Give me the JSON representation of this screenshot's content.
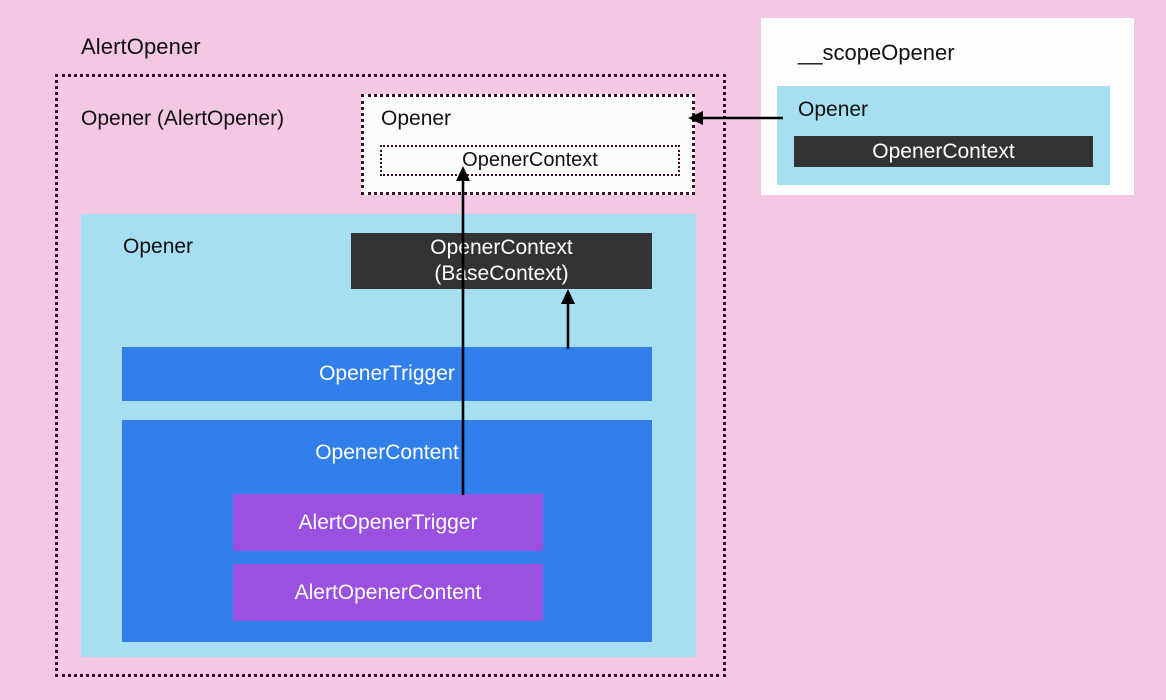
{
  "diagram": {
    "title": "AlertOpener",
    "background_color": "#f4c8e2",
    "palette": {
      "pink_background": "#f4c8e2",
      "light_blue": "#a6dff1",
      "blue": "#307fea",
      "purple": "#9b51e0",
      "dark": "#333333",
      "dotted_border": "#3d0d2b",
      "white_panel": "#fefeff",
      "arrow": "#000000"
    }
  },
  "outer_scope": {
    "label": "Opener (AlertOpener)",
    "border_style": "dotted"
  },
  "opener_card": {
    "label": "Opener",
    "context_label": "OpenerContext",
    "border_style": "dotted"
  },
  "opener_region": {
    "label": "Opener",
    "context_chip": {
      "line1": "OpenerContext",
      "line2": "(BaseContext)"
    },
    "trigger_label": "OpenerTrigger",
    "content_label": "OpenerContent",
    "children": [
      {
        "label": "AlertOpenerTrigger"
      },
      {
        "label": "AlertOpenerContent"
      }
    ]
  },
  "scope_panel": {
    "title": "__scopeOpener",
    "group_label": "Opener",
    "chip_label": "OpenerContext"
  },
  "arrows": [
    {
      "name": "scope-to-opener-card",
      "direction": "left",
      "from": "scope_panel.group_label",
      "to": "opener_card.label"
    },
    {
      "name": "alert-opener-trigger-to-opener-context",
      "direction": "up",
      "from": "opener_region.children.0.label",
      "to": "opener_card.context_label"
    },
    {
      "name": "opener-trigger-to-base-context",
      "direction": "up",
      "from": "opener_region.trigger_label",
      "to": "opener_region.context_chip.line1"
    }
  ]
}
